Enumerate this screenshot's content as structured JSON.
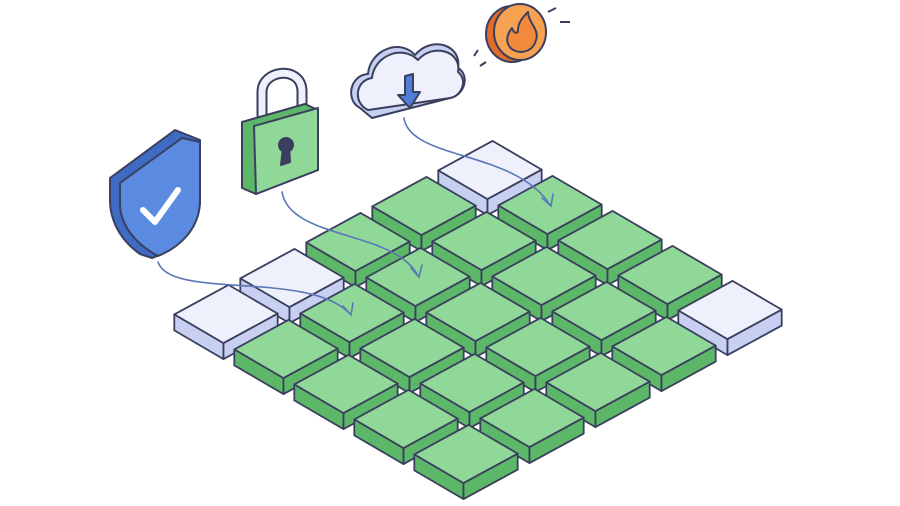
{
  "scene": {
    "grid_rows": 5,
    "grid_cols": 5,
    "tiles": [
      [
        "white",
        "green",
        "green",
        "green",
        "white"
      ],
      [
        "green",
        "green",
        "green",
        "green",
        "green"
      ],
      [
        "green",
        "green",
        "green",
        "green",
        "green"
      ],
      [
        "white",
        "green",
        "green",
        "green",
        "green"
      ],
      [
        "white",
        "green",
        "green",
        "green",
        "green"
      ]
    ],
    "colors": {
      "outline": "#3b3f5e",
      "green_top": "#8fd897",
      "green_side": "#5cb868",
      "white_top": "#eef1fb",
      "white_side": "#c7d0f0",
      "shield": "#4f7fd6",
      "lock": "#7ccf84",
      "cloud": "#eef1fb",
      "coin": "#f28a3c",
      "arrow": "#5a77b8"
    },
    "icons": [
      "shield-check-icon",
      "padlock-icon",
      "cloud-download-icon",
      "flame-coin-icon"
    ]
  }
}
